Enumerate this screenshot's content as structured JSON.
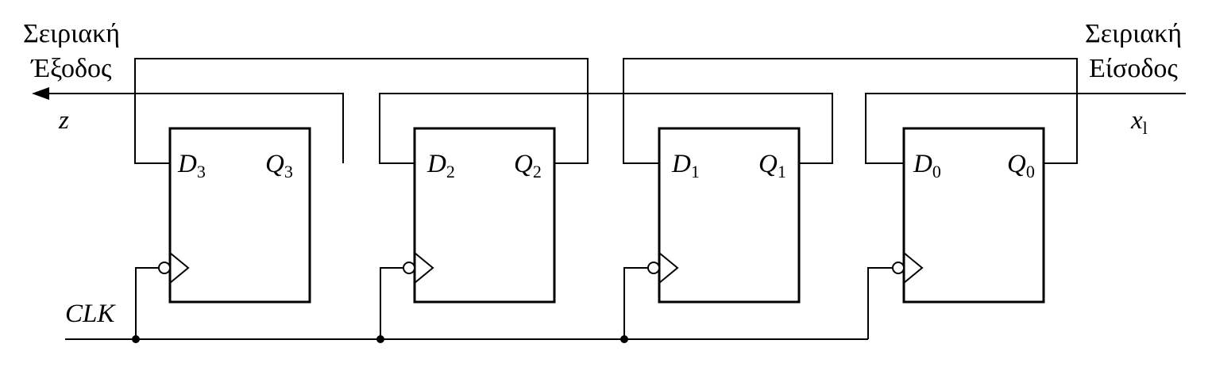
{
  "labels": {
    "serial_output_line1": "Σειριακή",
    "serial_output_line2": "Έξοδος",
    "serial_input_line1": "Σειριακή",
    "serial_input_line2": "Είσοδος",
    "output_signal": "z",
    "input_signal": "x",
    "input_signal_subscript": "l",
    "clock": "CLK"
  },
  "flipflops": [
    {
      "d": "D",
      "d_sub": "3",
      "q": "Q",
      "q_sub": "3"
    },
    {
      "d": "D",
      "d_sub": "2",
      "q": "Q",
      "q_sub": "2"
    },
    {
      "d": "D",
      "d_sub": "1",
      "q": "Q",
      "q_sub": "1"
    },
    {
      "d": "D",
      "d_sub": "0",
      "q": "Q",
      "q_sub": "0"
    }
  ]
}
